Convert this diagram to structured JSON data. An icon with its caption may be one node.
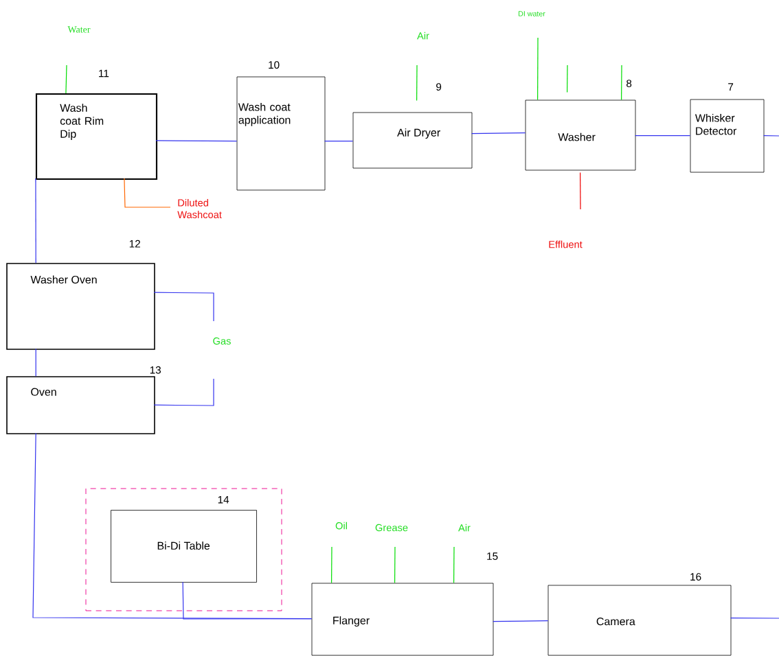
{
  "diagram": {
    "nodes": [
      {
        "text": [
          "Water"
        ]
      },
      {
        "text": [
          "DI water"
        ]
      },
      {
        "text": [
          "Air"
        ]
      },
      {
        "text": [
          "Wash coat Rim Dip"
        ],
        "beside": [
          "11"
        ]
      },
      {
        "text": [
          "Wash coat application"
        ],
        "beside": [
          "10"
        ]
      },
      {
        "text": [
          "Air Dryer"
        ],
        "beside": [
          "9"
        ]
      },
      {
        "text": [
          "Washer"
        ],
        "beside": [
          "8"
        ]
      },
      {
        "text": [
          "Whisker Detector"
        ],
        "beside": [
          "7"
        ]
      },
      {
        "text": [
          "Diluted Washcoat"
        ]
      },
      {
        "text": [
          "Effluent"
        ]
      },
      {
        "text": [
          "Washer Oven"
        ],
        "beside": [
          "12"
        ]
      },
      {
        "text": [
          "Gas"
        ]
      },
      {
        "text": [
          "Oven"
        ],
        "beside": [
          "13"
        ]
      },
      {
        "text": [],
        "shape": "box"
      },
      {
        "text": [
          "Bi-Di Table"
        ],
        "in": 13,
        "beside": [
          "14"
        ]
      },
      {
        "text": [
          "Oil"
        ]
      },
      {
        "text": [
          "Grease"
        ]
      },
      {
        "text": [
          "Air"
        ]
      },
      {
        "text": [
          "Flanger"
        ],
        "beside": [
          "15"
        ]
      },
      {
        "text": [
          "Camera"
        ],
        "beside": [
          "16"
        ]
      }
    ],
    "edges": [
      {
        "from": 0,
        "to": 3,
        "arrow": "none",
        "color": "#00dd00"
      },
      {
        "from": 1,
        "to": 6,
        "arrow": "none",
        "color": "#00dd00"
      },
      {
        "from": null,
        "to": 6,
        "arrow": "none",
        "color": "#00dd00"
      },
      {
        "from": null,
        "to": 6,
        "arrow": "none",
        "color": "#00dd00"
      },
      {
        "from": 2,
        "to": 5,
        "arrow": "none",
        "color": "#00dd00"
      },
      {
        "from": 3,
        "to": 4,
        "arrow": "none"
      },
      {
        "from": 4,
        "to": 5,
        "arrow": "none"
      },
      {
        "from": 5,
        "to": 6,
        "arrow": "none"
      },
      {
        "from": 6,
        "to": 7,
        "arrow": "none"
      },
      {
        "from": 7,
        "to": null,
        "arrow": "none"
      },
      {
        "from": 3,
        "to": 8,
        "arrow": "none",
        "color": "#ff6600"
      },
      {
        "from": 6,
        "to": 9,
        "arrow": "none",
        "color": "#ee0000"
      },
      {
        "from": 3,
        "to": 10,
        "arrow": "none"
      },
      {
        "from": 10,
        "to": 11,
        "arrow": "none"
      },
      {
        "from": 12,
        "to": 11,
        "arrow": "none"
      },
      {
        "from": 10,
        "to": 12,
        "arrow": "none"
      },
      {
        "from": 12,
        "to": 18,
        "arrow": "none"
      },
      {
        "from": 14,
        "to": 18,
        "arrow": "none"
      },
      {
        "from": 15,
        "to": 18,
        "arrow": "none",
        "color": "#00dd00"
      },
      {
        "from": 16,
        "to": 18,
        "arrow": "none",
        "color": "#00dd00"
      },
      {
        "from": 17,
        "to": 18,
        "arrow": "none",
        "color": "#00dd00"
      },
      {
        "from": 18,
        "to": 19,
        "arrow": "none"
      },
      {
        "from": 19,
        "to": null,
        "arrow": "none"
      }
    ]
  }
}
